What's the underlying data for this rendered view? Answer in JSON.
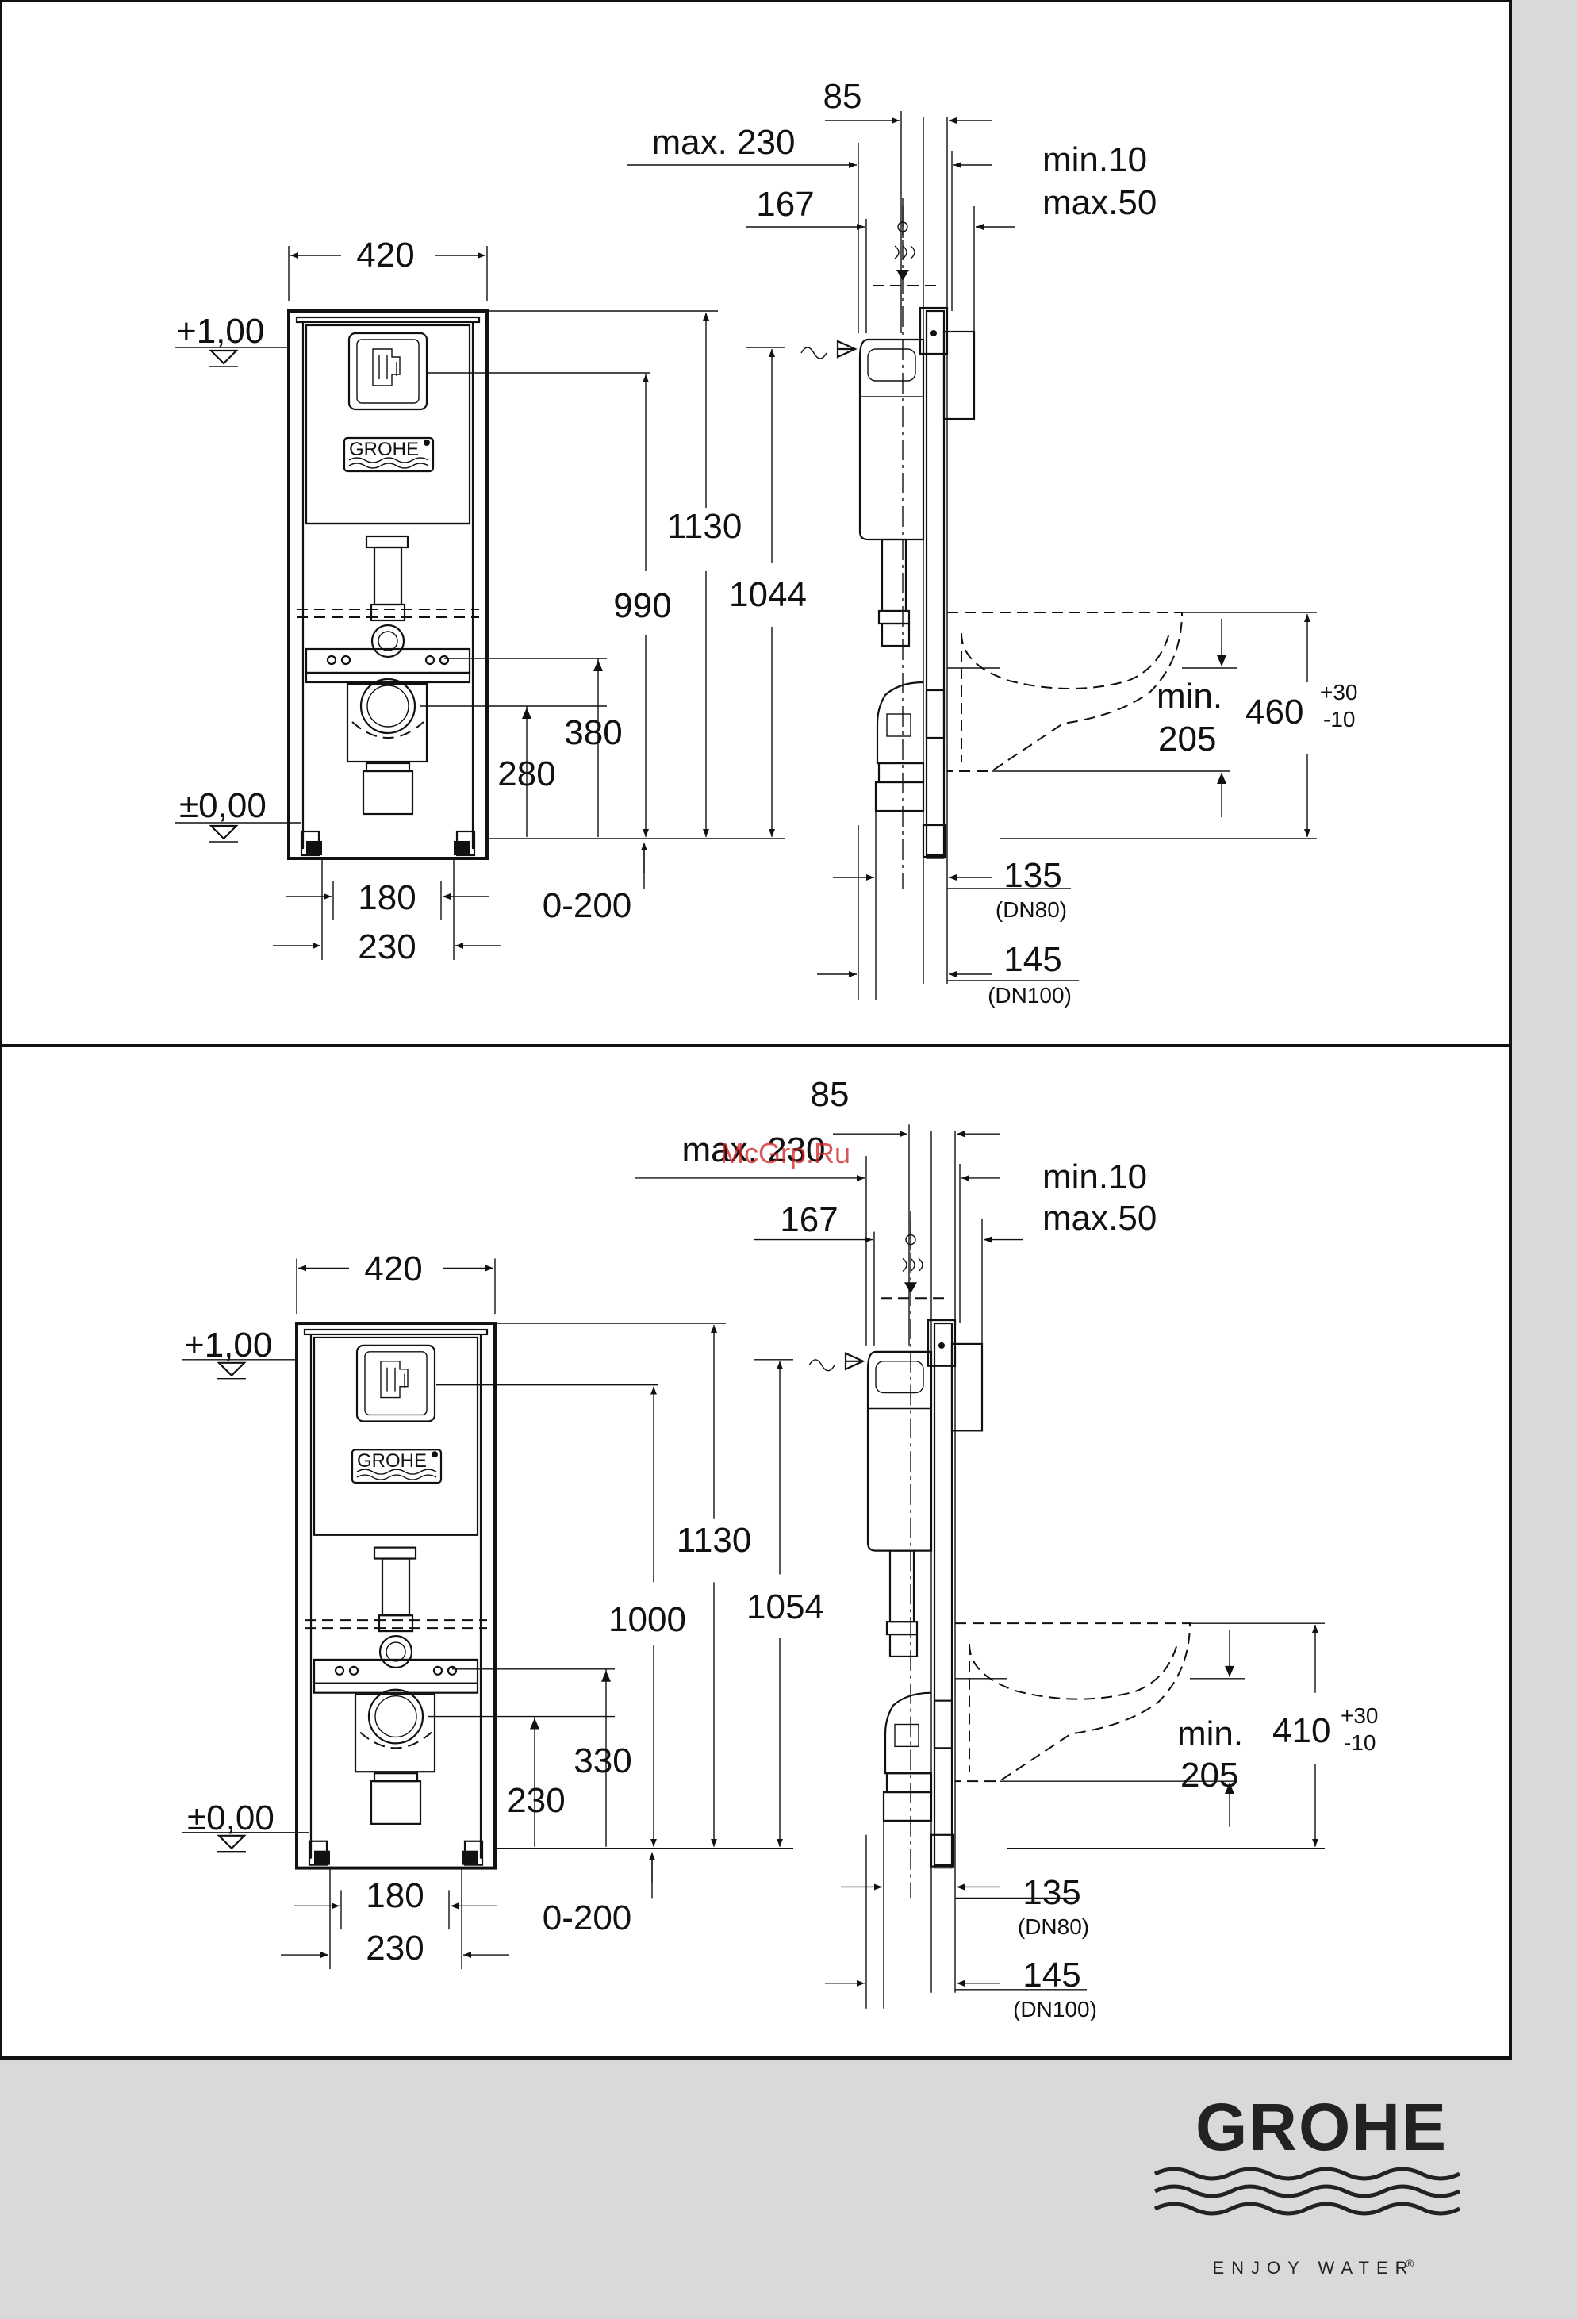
{
  "panels": [
    {
      "front": {
        "width": "420",
        "level_top": "+1,00",
        "level_zero": "±0,00",
        "h_frame": "1130",
        "h_actuator": "990",
        "h_total": "1044",
        "h_drain_axis": "380",
        "h_inlet": "280",
        "w_feet_inner": "180",
        "w_feet_outer": "230",
        "floor_adj": "0-200",
        "brand": "GROHE"
      },
      "side": {
        "depth_85": "85",
        "max_230": "max. 230",
        "wall_min": "min.10",
        "wall_max": "max.50",
        "d_167": "167",
        "bowl_min_label": "min.",
        "bowl_205": "205",
        "bowl_height": "460",
        "tol_plus": "+30",
        "tol_minus": "-10",
        "d_135": "135",
        "dn80": "(DN80)",
        "d_145": "145",
        "dn100": "(DN100)"
      }
    },
    {
      "front": {
        "width": "420",
        "level_top": "+1,00",
        "level_zero": "±0,00",
        "h_frame": "1130",
        "h_actuator": "1000",
        "h_total": "1054",
        "h_drain_axis": "330",
        "h_inlet": "230",
        "w_feet_inner": "180",
        "w_feet_outer": "230",
        "floor_adj": "0-200",
        "brand": "GROHE"
      },
      "side": {
        "depth_85": "85",
        "max_230": "max. 230",
        "wall_min": "min.10",
        "wall_max": "max.50",
        "d_167": "167",
        "bowl_min_label": "min.",
        "bowl_205": "205",
        "bowl_height": "410",
        "tol_plus": "+30",
        "tol_minus": "-10",
        "d_135": "135",
        "dn80": "(DN80)",
        "d_145": "145",
        "dn100": "(DN100)"
      }
    }
  ],
  "watermark": "McGrp.Ru",
  "logo": {
    "wordmark": "GROHE",
    "tagline": "ENJOY WATER",
    "registered": "®"
  },
  "colors": {
    "page_background": "#d9d9d9",
    "panel_background": "#ffffff",
    "ink": "#111111",
    "watermark": "#d02020"
  }
}
